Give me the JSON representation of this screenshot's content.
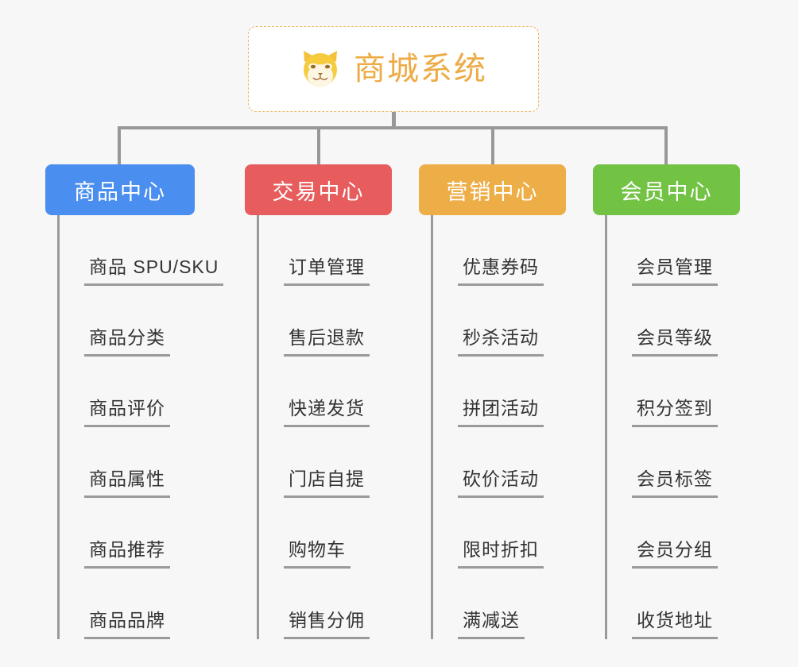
{
  "root": {
    "title": "商城系统",
    "icon": "shiba-dog-icon",
    "border_color": "#edb660",
    "text_color": "#edab45",
    "background": "#ffffff"
  },
  "canvas": {
    "background": "#f7f7f7",
    "connector_color": "#989898"
  },
  "branches": [
    {
      "label": "商品中心",
      "color": "#4a8ef0",
      "children": [
        "商品 SPU/SKU",
        "商品分类",
        "商品评价",
        "商品属性",
        "商品推荐",
        "商品品牌"
      ]
    },
    {
      "label": "交易中心",
      "color": "#e75c5c",
      "children": [
        "订单管理",
        "售后退款",
        "快递发货",
        "门店自提",
        "购物车",
        "销售分佣"
      ]
    },
    {
      "label": "营销中心",
      "color": "#edae47",
      "children": [
        "优惠券码",
        "秒杀活动",
        "拼团活动",
        "砍价活动",
        "限时折扣",
        "满减送"
      ]
    },
    {
      "label": "会员中心",
      "color": "#72c344",
      "children": [
        "会员管理",
        "会员等级",
        "积分签到",
        "会员标签",
        "会员分组",
        "收货地址"
      ]
    }
  ]
}
